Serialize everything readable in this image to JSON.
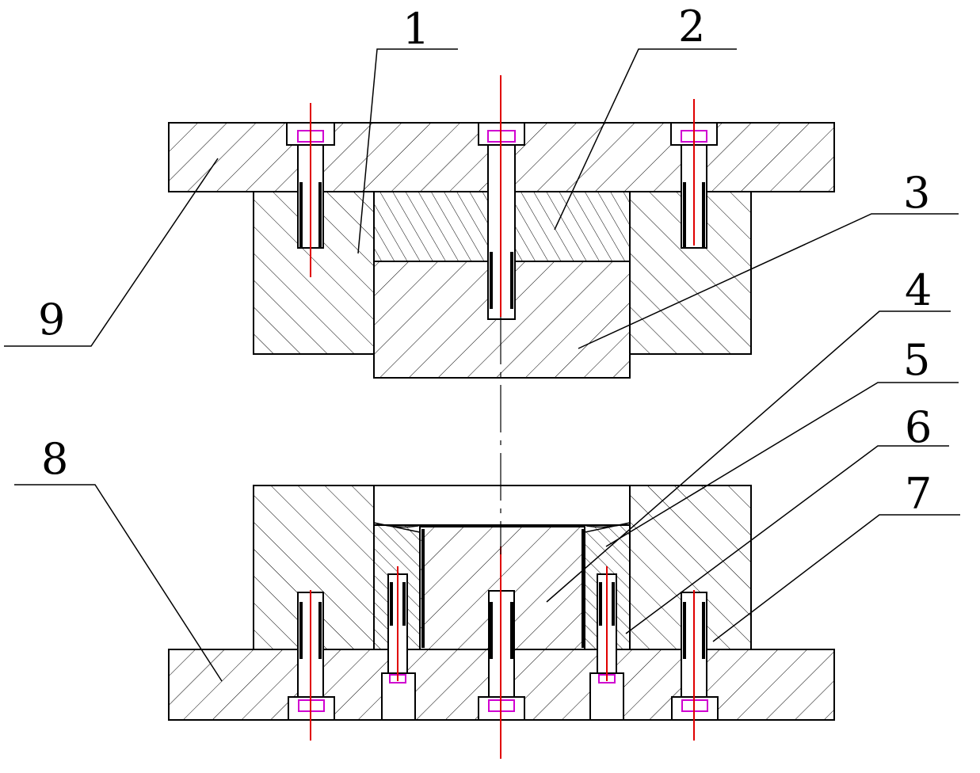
{
  "labels": [
    "1",
    "2",
    "3",
    "4",
    "5",
    "6",
    "7",
    "8",
    "9"
  ],
  "colors": {
    "line": "#000000",
    "centerline": "#e00000",
    "bolt_head": "#d000d0",
    "background": "#ffffff"
  }
}
